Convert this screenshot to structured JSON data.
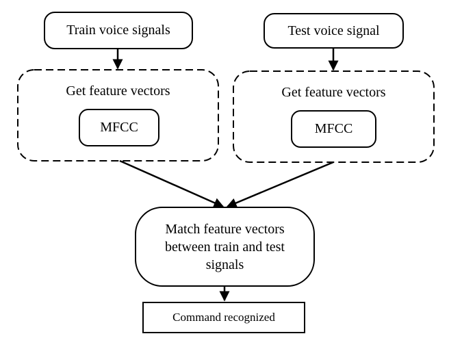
{
  "diagram": {
    "train_input": "Train voice signals",
    "test_input": "Test voice signal",
    "train_group": {
      "title": "Get feature vectors",
      "method": "MFCC"
    },
    "test_group": {
      "title": "Get feature vectors",
      "method": "MFCC"
    },
    "match_step": "Match feature vectors between train and test signals",
    "output": "Command recognized"
  },
  "colors": {
    "stroke": "#000000",
    "background": "#ffffff"
  }
}
